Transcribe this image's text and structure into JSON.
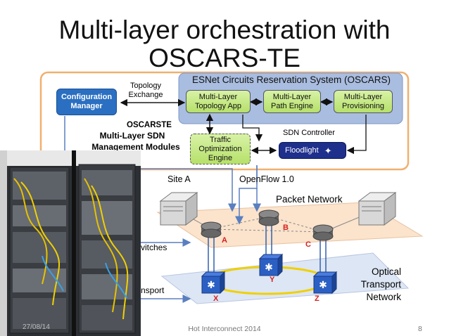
{
  "slide": {
    "title_line1": "Multi-layer orchestration with",
    "title_line2": "OSCARS-TE",
    "footer_date": "27/08/14",
    "footer_center": "Hot Interconnect 2014",
    "page_number": "8"
  },
  "orchestration": {
    "config_manager": "Configuration Manager",
    "topology_exchange": "Topology Exchange",
    "oscars_title": "ESNet Circuits Reservation System (OSCARS)",
    "topology_app": "Multi-Layer Topology App",
    "path_engine": "Multi-Layer Path Engine",
    "provisioning": "Multi-Layer Provisioning",
    "oscarste_label": "OSCARSTE",
    "multilayer_sdn_line1": "Multi-Layer SDN",
    "multilayer_sdn_line2": "Management Modules",
    "traffic_opt": "Traffic Optimization Engine",
    "sdn_controller": "SDN Controller",
    "floodlight": "Floodlight"
  },
  "network": {
    "site_a": "Site A",
    "openflow": "OpenFlow 1.0",
    "packet_network": "Packet Network",
    "optical_line1": "Optical",
    "optical_line2": "Transport",
    "optical_line3": "Network",
    "switches_partial": "vitches",
    "transport_partial": "nsport",
    "node_a": "A",
    "node_b": "B",
    "node_c": "C",
    "node_x": "X",
    "node_y": "Y",
    "node_z": "Z"
  },
  "colors": {
    "oscars_panel": "#a9bde0",
    "config_manager": "#2a6fc1",
    "green_box": "#b6e06a",
    "floodlight": "#1e2f8c",
    "node_red": "#d62020",
    "ring_yellow": "#f0d000",
    "optical_switch": "#2b5fc4"
  }
}
